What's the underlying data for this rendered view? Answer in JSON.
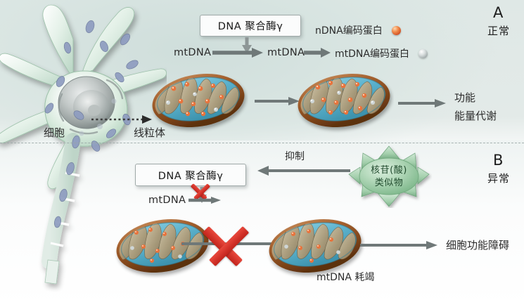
{
  "figure": {
    "title_none": "",
    "background_colors": {
      "panel_a_bg": "#dfe8e6",
      "panel_b_bg": "#ffffff",
      "divider": "#9aa7a6"
    }
  },
  "panels": [
    {
      "letter": "A",
      "subtitle": "正常",
      "name": "panel-a-normal"
    },
    {
      "letter": "B",
      "subtitle": "异常",
      "name": "panel-b-abnormal"
    }
  ],
  "cell_diagram": {
    "cell_label": "细胞",
    "mitochondria_label": "线粒体",
    "pointer": "dotted-arrow"
  },
  "panel_a": {
    "enzyme_box": "DNA 聚合酶γ",
    "mtdna_source": "mtDNA",
    "mtdna_product": "mtDNA",
    "legend": [
      {
        "label": "nDNA编码蛋白",
        "marker": "sphere-orange",
        "color": "#e07a3c"
      },
      {
        "label": "mtDNA编码蛋白",
        "marker": "sphere-gray",
        "color": "#b9c0c0"
      }
    ],
    "outcome_line1": "功能",
    "outcome_line2": "能量代谢"
  },
  "panel_b": {
    "enzyme_box": "DNA 聚合酶γ",
    "mtdna_source": "mtDNA",
    "inhibition_label": "抑制",
    "drug_line1": "核苷(酸)",
    "drug_line2": "类似物",
    "drug_shape": "green-starburst",
    "drug_color": "#9fc8a6",
    "block_marker": "red-x",
    "block_color": "#d32f26",
    "depletion_label": "mtDNA 耗竭",
    "outcome_label": "细胞功能障碍"
  },
  "icons": {
    "red_x": "red-x-icon",
    "arrow_right": "arrow-right-icon",
    "arrow_left": "arrow-left-icon",
    "arrow_down": "arrow-down-icon",
    "dotted_arrow": "dotted-arrow-icon",
    "sphere_orange": "orange-sphere-icon",
    "sphere_gray": "gray-sphere-icon",
    "mitochondrion": "mitochondrion-icon",
    "neuron": "neuron-icon"
  }
}
